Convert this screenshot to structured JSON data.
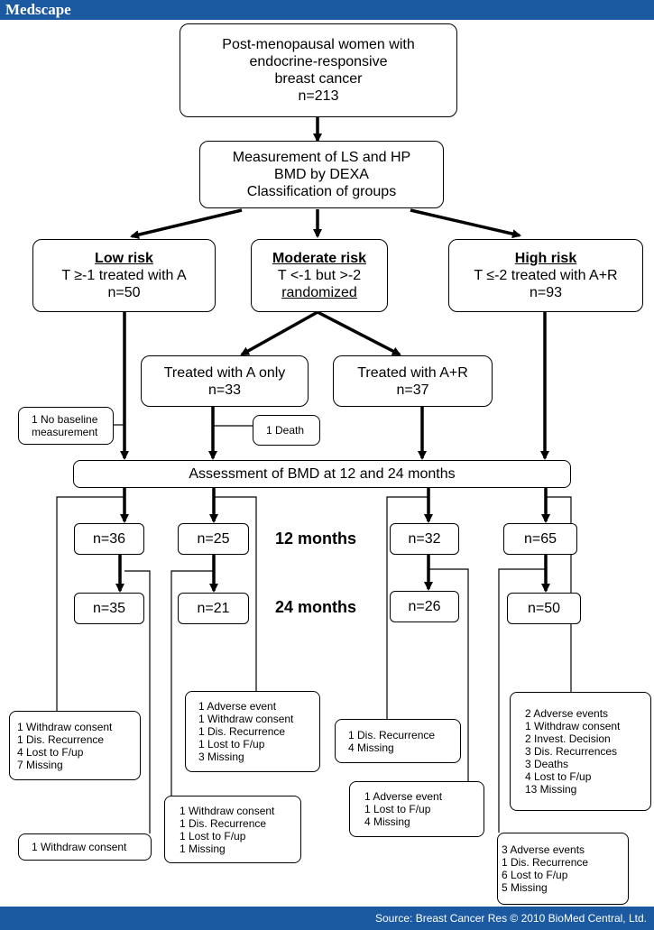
{
  "header": {
    "brand": "Medscape"
  },
  "footer": {
    "source": "Source: Breast Cancer Res © 2010 BioMed Central, Ltd."
  },
  "nodes": {
    "top": [
      "Post-menopausal women with",
      "endocrine-responsive",
      "breast cancer",
      "n=213"
    ],
    "measurement": [
      "Measurement of LS and HP",
      "BMD by DEXA",
      "Classification of groups"
    ],
    "low": {
      "title": "Low risk",
      "line1": "T ≥-1 treated with A",
      "line2": "n=50"
    },
    "moderate": {
      "title": "Moderate risk",
      "line1": "T <-1 but >-2",
      "line2": "randomized"
    },
    "high": {
      "title": "High risk",
      "line1": "T ≤-2 treated with A+R",
      "line2": "n=93"
    },
    "a_only": [
      "Treated with A only",
      "n=33"
    ],
    "a_r": [
      "Treated with A+R",
      "n=37"
    ],
    "no_baseline": [
      "1 No baseline",
      "measurement"
    ],
    "death": "1 Death",
    "assessment": "Assessment of BMD at 12 and 24 months",
    "m12": {
      "low": "n=36",
      "a_only": "n=25",
      "a_r": "n=32",
      "high": "n=65"
    },
    "m24": {
      "low": "n=35",
      "a_only": "n=21",
      "a_r": "n=26",
      "high": "n=50"
    },
    "label_12": "12 months",
    "label_24": "24 months"
  },
  "notes": {
    "low_12": [
      "1 Withdraw consent",
      "1 Dis. Recurrence",
      "4 Lost to F/up",
      "7 Missing"
    ],
    "low_24": [
      "1 Withdraw consent"
    ],
    "aonly_12": [
      "1 Adverse event",
      "1 Withdraw consent",
      "1 Dis. Recurrence",
      "1 Lost to F/up",
      "3 Missing"
    ],
    "aonly_24": [
      "1 Withdraw consent",
      "1 Dis. Recurrence",
      "1 Lost to F/up",
      "1 Missing"
    ],
    "ar_12": [
      "1 Dis. Recurrence",
      "4 Missing"
    ],
    "ar_24": [
      "1 Adverse event",
      "1 Lost to F/up",
      "4 Missing"
    ],
    "high_12": [
      "2 Adverse events",
      "1 Withdraw consent",
      "2 Invest. Decision",
      "3 Dis. Recurrences",
      "3 Deaths",
      "4 Lost to F/up",
      "13 Missing"
    ],
    "high_24": [
      "3 Adverse events",
      "1 Dis. Recurrence",
      "6 Lost to F/up",
      "5 Missing"
    ]
  }
}
